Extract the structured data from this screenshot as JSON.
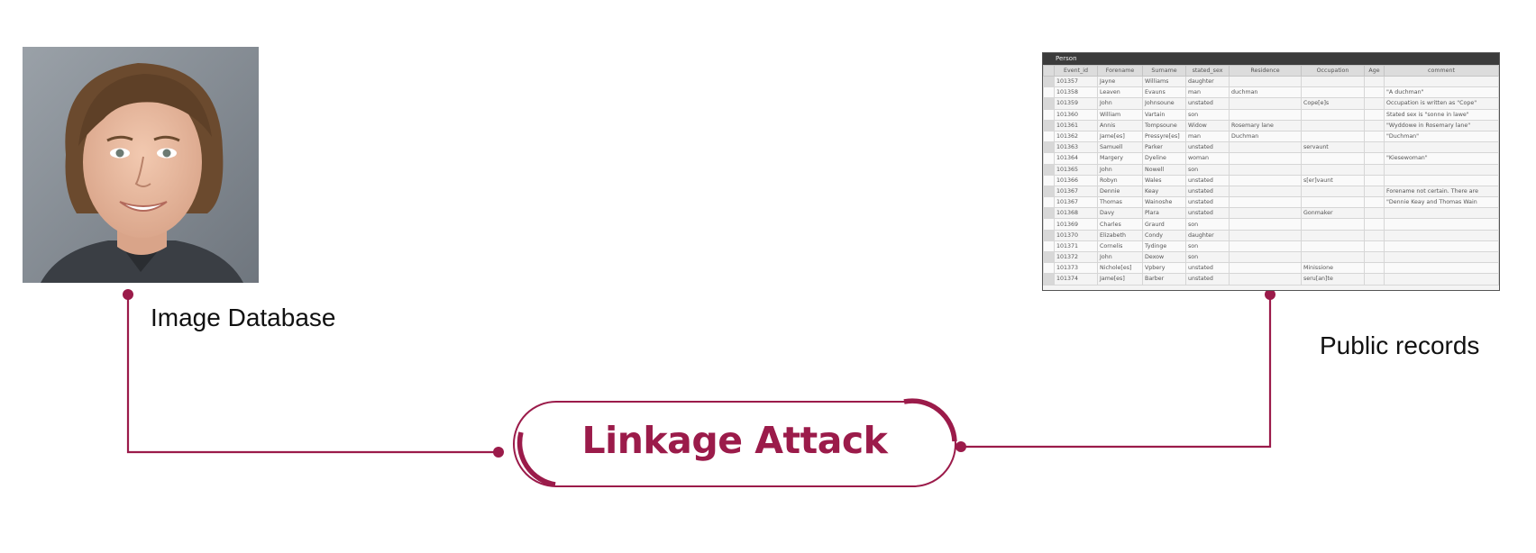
{
  "diagram": {
    "left_label": "Image Database",
    "right_label": "Public records",
    "center_label": "Linkage Attack",
    "accent_color": "#9b1b4a"
  },
  "records": {
    "title": "Person",
    "columns": [
      "Event_id",
      "Forename",
      "Surname",
      "stated_sex",
      "Residence",
      "Occupation",
      "Age",
      "comment"
    ],
    "rows": [
      [
        "101357",
        "Jayne",
        "Williams",
        "daughter",
        "",
        "",
        "",
        ""
      ],
      [
        "101358",
        "Leaven",
        "Evauns",
        "man",
        "duchman",
        "",
        "",
        "\"A duchman\""
      ],
      [
        "101359",
        "John",
        "Johnsoune",
        "unstated",
        "",
        "Cope[e]s",
        "",
        "Occupation is written as \"Cope\""
      ],
      [
        "101360",
        "William",
        "Vartain",
        "son",
        "",
        "",
        "",
        "Stated sex is \"sonne in lawe\""
      ],
      [
        "101361",
        "Annis",
        "Tompsoune",
        "Widow",
        "Rosemary lane",
        "",
        "",
        "\"Wyddowe in Rosemary lane\""
      ],
      [
        "101362",
        "Jame[es]",
        "Pressyre[es]",
        "man",
        "Duchman",
        "",
        "",
        "\"Duchman\""
      ],
      [
        "101363",
        "Samuell",
        "Parker",
        "unstated",
        "",
        "servaunt",
        "",
        ""
      ],
      [
        "101364",
        "Margery",
        "Dyeline",
        "woman",
        "",
        "",
        "",
        "\"Kiesewoman\""
      ],
      [
        "101365",
        "John",
        "Nowell",
        "son",
        "",
        "",
        "",
        ""
      ],
      [
        "101366",
        "Robyn",
        "Wales",
        "unstated",
        "",
        "s[er]vaunt",
        "",
        ""
      ],
      [
        "101367",
        "Dennie",
        "Keay",
        "unstated",
        "",
        "",
        "",
        "Forename not certain. There are"
      ],
      [
        "101367",
        "Thomas",
        "Wainoshe",
        "unstated",
        "",
        "",
        "",
        "\"Dennie Keay and Thomas Wain"
      ],
      [
        "101368",
        "Davy",
        "Plara",
        "unstated",
        "",
        "Gonmaker",
        "",
        ""
      ],
      [
        "101369",
        "Charles",
        "Graurd",
        "son",
        "",
        "",
        "",
        ""
      ],
      [
        "101370",
        "Elizabeth",
        "Condy",
        "daughter",
        "",
        "",
        "",
        ""
      ],
      [
        "101371",
        "Cornelis",
        "Tydinge",
        "son",
        "",
        "",
        "",
        ""
      ],
      [
        "101372",
        "John",
        "Dexow",
        "son",
        "",
        "",
        "",
        ""
      ],
      [
        "101373",
        "Nichole[es]",
        "Vpbery",
        "unstated",
        "",
        "Minissione",
        "",
        ""
      ],
      [
        "101374",
        "Jame[es]",
        "Barber",
        "unstated",
        "",
        "seru[an]te",
        "",
        ""
      ]
    ]
  }
}
